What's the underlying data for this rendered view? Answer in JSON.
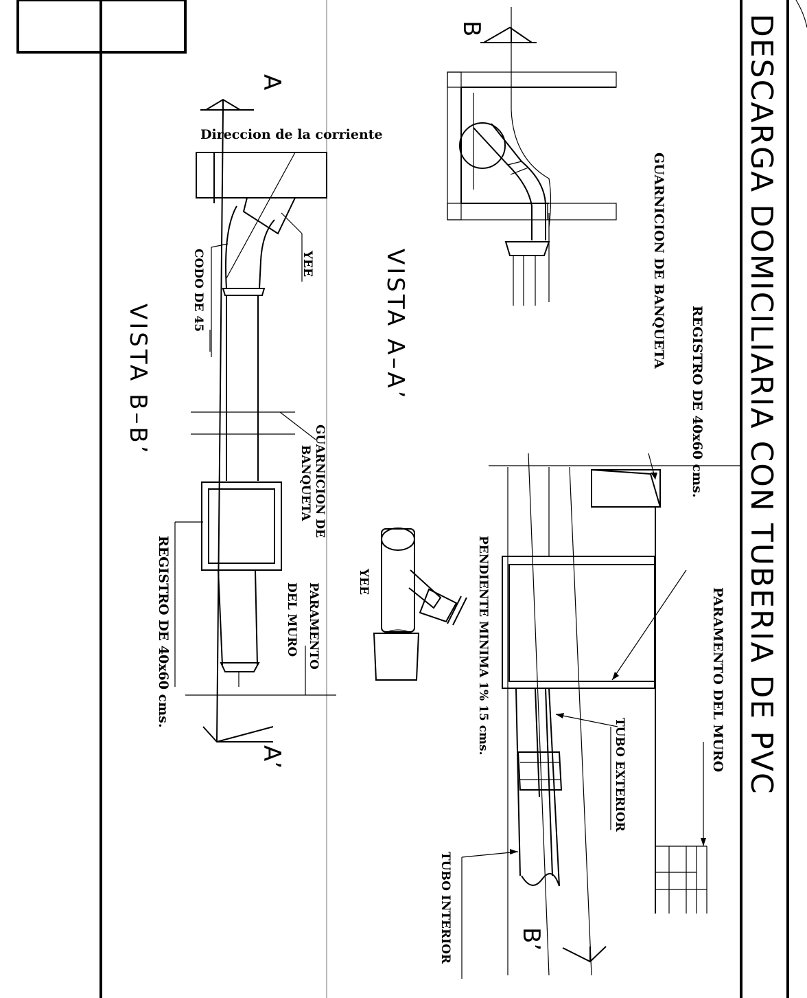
{
  "title": "DESCARGA DOMICILIARIA CON TUBERIA DE PVC",
  "views": {
    "aa": "VISTA   A–A’",
    "bb": "VISTA   B–B’"
  },
  "section_marks": {
    "b_top": "B",
    "b_bottom": "B’",
    "a_top": "A",
    "a_bottom": "A’"
  },
  "labels": {
    "registro_upper": "REGISTRO DE 40x60 cms.",
    "guarnicion_upper": "GUARNICION DE BANQUETA",
    "paramento_upper": "PARAMENTO DEL MURO",
    "pendiente": "PENDIENTE MINIMA 1% 15 cms.",
    "tubo_exterior": "TUBO EXTERIOR",
    "tubo_interior": "TUBO INTERIOR",
    "yee_fitting": "YEE",
    "direccion": "Direccion de la corriente",
    "yee_lower": "YEE",
    "codo": "CODO DE 45",
    "guarnicion_lower_1": "GUARNICION DE",
    "guarnicion_lower_2": "BANQUETA",
    "paramento_lower_1": "PARAMENTO",
    "paramento_lower_2": "DEL MURO",
    "registro_lower": "REGISTRO DE 40x60 cms."
  }
}
